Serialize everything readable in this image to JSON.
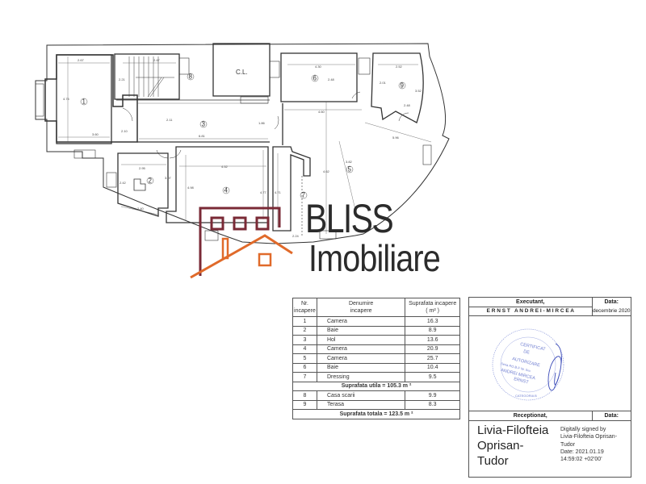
{
  "floor_plan": {
    "room_labels": [
      "1",
      "2",
      "3",
      "4",
      "5",
      "6",
      "7",
      "8",
      "9"
    ],
    "service_label": "C.L.",
    "dimensions": {
      "room1": [
        "2.67",
        "4.74",
        "3.60",
        "2.10"
      ],
      "room8": [
        "2.47",
        "2.21"
      ],
      "room3": [
        "6.81",
        "2.11",
        "1.86"
      ],
      "room6": [
        "4.30",
        "2.48"
      ],
      "room5": [
        "4.60",
        "5.96",
        "3.82"
      ],
      "room9": [
        "2.52",
        "2.01",
        "3.52",
        "2.48"
      ],
      "room2": [
        "2.95",
        "2.42",
        "3.07",
        "2.40"
      ],
      "room4": [
        "4.52",
        "4.98",
        "4.77"
      ],
      "room7": [
        "4.71",
        "2.24",
        "4.62"
      ]
    }
  },
  "logo": {
    "line1": "BLISS",
    "line2": "Imobiliare",
    "colors": {
      "frame": "#7a2a36",
      "roof": "#e06a2a",
      "text": "#2b2b2b"
    }
  },
  "room_table": {
    "headers": {
      "nr": "Nr.\nincapere",
      "name": "Denumire\nincapere",
      "area": "Suprafata incapere\n( m² )"
    },
    "headers_display": {
      "nr_1": "Nr.",
      "nr_2": "incapere",
      "name_1": "Denumire",
      "name_2": "incapere",
      "area_1": "Suprafata incapere",
      "area_2": "( m² )"
    },
    "rows": [
      {
        "nr": "1",
        "name": "Camera",
        "area": "16.3"
      },
      {
        "nr": "2",
        "name": "Baie",
        "area": "8.9"
      },
      {
        "nr": "3",
        "name": "Hol",
        "area": "13.6"
      },
      {
        "nr": "4",
        "name": "Camera",
        "area": "20.9"
      },
      {
        "nr": "5",
        "name": "Camera",
        "area": "25.7"
      },
      {
        "nr": "6",
        "name": "Baie",
        "area": "10.4"
      },
      {
        "nr": "7",
        "name": "Dressing",
        "area": "9.5"
      }
    ],
    "subtotal": "Suprafata utila = 105.3 m ²",
    "extra_rows": [
      {
        "nr": "8",
        "name": "Casa scarii",
        "area": "9.9"
      },
      {
        "nr": "9",
        "name": "Terasa",
        "area": "8.3"
      }
    ],
    "total": "Suprafata totala = 123.5 m ²"
  },
  "signature_block": {
    "executant_label": "Executant,",
    "executant_name": "E R N S T   A N D R E I - M I R C E A",
    "date_label": "Data:",
    "date_value": "decembrie 2020",
    "stamp": {
      "line1": "CERTIFICAT",
      "line2": "DE",
      "line3": "AUTORIZARE",
      "line4": "Seria RO-B-F Nr. 0xx",
      "line5": "ANDREI MIRCEA",
      "line6": "ERNST",
      "line7": "CATEGORIA B",
      "color": "#4a5bc4"
    },
    "receptionat_label": "Receptionat,",
    "date_label_2": "Data:",
    "signer_name_lines": [
      "Livia-Filofteia",
      "Oprisan-",
      "Tudor"
    ],
    "digital_signature_lines": [
      "Digitally signed by",
      "Livia-Filofteia Oprisan-",
      "Tudor",
      "Date: 2021.01.19",
      "14:59:02 +02'00'"
    ]
  }
}
